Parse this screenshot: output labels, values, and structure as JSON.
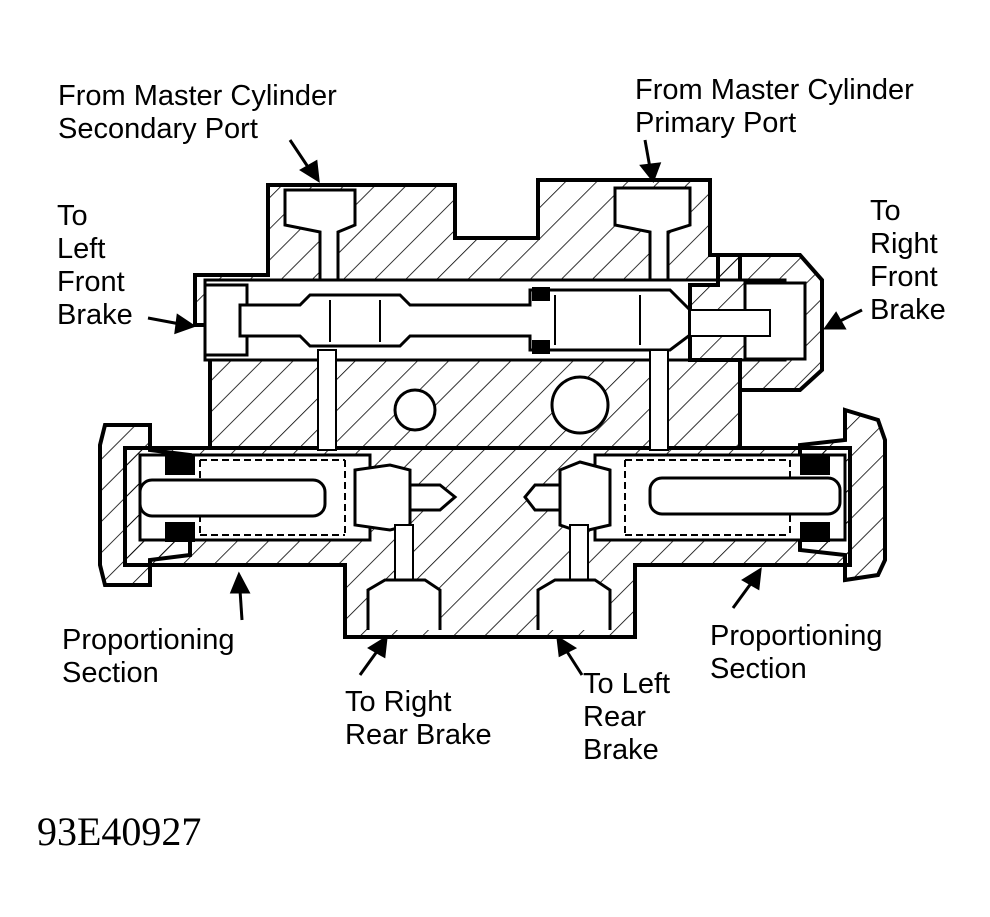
{
  "labels": {
    "secondary_port": {
      "line1": "From Master Cylinder",
      "line2": "Secondary Port"
    },
    "primary_port": {
      "line1": "From Master Cylinder",
      "line2": "Primary Port"
    },
    "left_front": {
      "line1": "To",
      "line2": "Left",
      "line3": "Front",
      "line4": "Brake"
    },
    "right_front": {
      "line1": "To",
      "line2": "Right",
      "line3": "Front",
      "line4": "Brake"
    },
    "proportioning_left": {
      "line1": "Proportioning",
      "line2": "Section"
    },
    "proportioning_right": {
      "line1": "Proportioning",
      "line2": "Section"
    },
    "right_rear": {
      "line1": "To Right",
      "line2": "Rear Brake"
    },
    "left_rear": {
      "line1": "To Left",
      "line2": "Rear",
      "line3": "Brake"
    }
  },
  "figure_code": "93E40927"
}
